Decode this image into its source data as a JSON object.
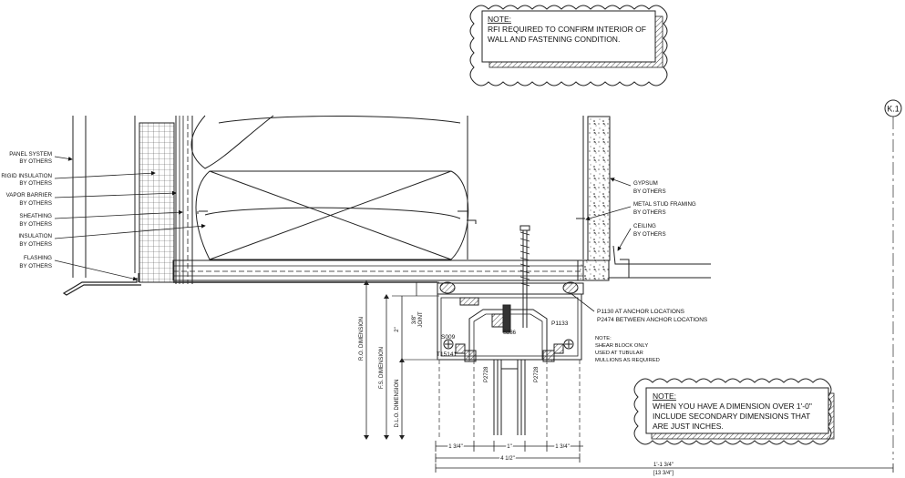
{
  "notes": {
    "top": {
      "heading": "NOTE:",
      "line1": "RFI REQUIRED TO CONFIRM INTERIOR OF",
      "line2": "WALL AND FASTENING CONDITION."
    },
    "bottom": {
      "heading": "NOTE:",
      "line1": "WHEN YOU HAVE A DIMENSION OVER 1'-0\"",
      "line2": "INCLUDE SECONDARY DIMENSIONS THAT",
      "line3": "ARE JUST INCHES."
    },
    "shear": {
      "line1": "NOTE:",
      "line2": "SHEAR BLOCK ONLY",
      "line3": "USED AT TUBULAR",
      "line4": "MULLIONS AS REQUIRED"
    }
  },
  "grid_bubble": "K.1",
  "left_labels": [
    {
      "line1": "PANEL SYSTEM",
      "line2": "BY OTHERS"
    },
    {
      "line1": "RIGID INSULATION",
      "line2": "BY OTHERS"
    },
    {
      "line1": "VAPOR BARRIER",
      "line2": "BY OTHERS"
    },
    {
      "line1": "SHEATHING",
      "line2": "BY OTHERS"
    },
    {
      "line1": "INSULATION",
      "line2": "BY OTHERS"
    },
    {
      "line1": "FLASHING",
      "line2": "BY OTHERS"
    }
  ],
  "right_labels": [
    {
      "line1": "GYPSUM",
      "line2": "BY OTHERS"
    },
    {
      "line1": "METAL STUD FRAMING",
      "line2": "BY OTHERS"
    },
    {
      "line1": "CEILING",
      "line2": "BY OTHERS"
    }
  ],
  "anchor_labels": {
    "line1": "P1130 AT ANCHOR LOCATIONS",
    "line2": "P2474 BETWEEN ANCHOR LOCATIONS"
  },
  "parts": {
    "p1133": "P1133",
    "s009": "S009",
    "t15141": "T15141",
    "s286": "S286",
    "p2728a": "P2728",
    "p2728b": "P2728"
  },
  "dimensions": {
    "joint_a": "3/8\"",
    "joint_b": "JOINT",
    "two_inch": "2\"",
    "ro": "R.O. DIMENSION",
    "fs": "F.S. DIMENSION",
    "dlo": "D.L.O. DIMENSION",
    "d1": "1 3/4\"",
    "d2": "1\"",
    "d3": "1 3/4\"",
    "total": "4 1/2\"",
    "overall_a": "1'-1 3/4\"",
    "overall_b": "[13 3/4\"]"
  }
}
